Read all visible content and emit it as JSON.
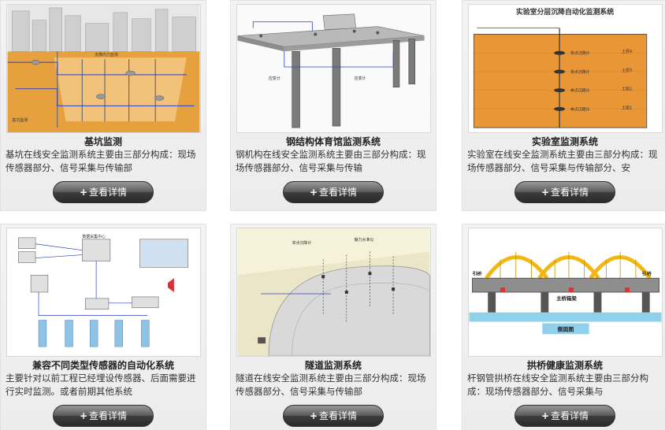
{
  "cards": [
    {
      "title": "基坑监测",
      "desc": "基坑在线安全监测系统主要由三部分构成：现场传感器部分、信号采集与传输部",
      "button": "查看详情"
    },
    {
      "title": "钢结构体育馆监测系统",
      "desc": "钢机构在线安全监测系统主要由三部分构成：现场传感器部分、信号采集与传输",
      "button": "查看详情"
    },
    {
      "title": "实验室监测系统",
      "desc": "实验室在线安全监测系统主要由三部分构成：现场传感器部分、信号采集与传输部分、安",
      "button": "查看详情"
    },
    {
      "title": "兼容不同类型传感器的自动化系统",
      "desc": "主要针对以前工程已经埋设传感器、后面需要进行实时监测。或者前期其他系统",
      "button": "查看详情"
    },
    {
      "title": "隧道监测系统",
      "desc": "隧道在线安全监测系统主要由三部分构成：现场传感器部分、信号采集与传输部",
      "button": "查看详情"
    },
    {
      "title": "拱桥健康监测系统",
      "desc": "杆钢管拱桥在线安全监测系统主要由三部分构成：现场传感器部分、信号采集与",
      "button": "查看详情"
    }
  ],
  "figures": {
    "lab_title": "实验室分层沉降自动化监测系统",
    "bridge_label": "主桥箱梁",
    "bridge_side": "侧面图",
    "bridge_left": "引桥",
    "bridge_right": "引桥"
  },
  "colors": {
    "button_dark": "#2a2a2a",
    "soil": "#e8a33a",
    "lab_orange": "#e89636",
    "arch_yellow": "#f2b811",
    "water": "#8fd0ea"
  }
}
